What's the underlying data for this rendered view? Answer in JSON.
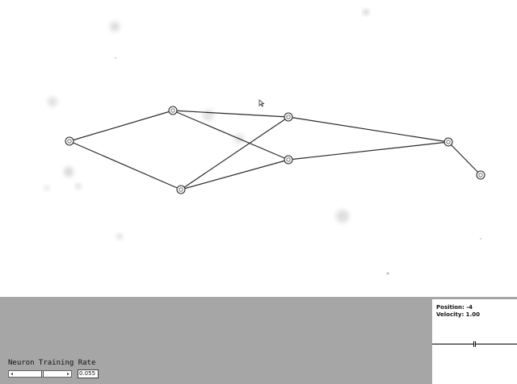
{
  "network": {
    "nodes": [
      {
        "id": "n0"
      },
      {
        "id": "n1"
      },
      {
        "id": "n2"
      },
      {
        "id": "n3"
      },
      {
        "id": "n4"
      },
      {
        "id": "n5"
      },
      {
        "id": "n6"
      }
    ],
    "edges": [
      {
        "from": "n0",
        "to": "n1"
      },
      {
        "from": "n0",
        "to": "n2"
      },
      {
        "from": "n1",
        "to": "n3"
      },
      {
        "from": "n1",
        "to": "n4"
      },
      {
        "from": "n2",
        "to": "n3"
      },
      {
        "from": "n2",
        "to": "n4"
      },
      {
        "from": "n3",
        "to": "n5"
      },
      {
        "from": "n4",
        "to": "n5"
      },
      {
        "from": "n5",
        "to": "n6"
      }
    ]
  },
  "info": {
    "position": "Position: -4",
    "velocity": "Velocity: 1.00"
  },
  "controls": {
    "rate_label": "Neuron Training Rate",
    "rate_value": "0.055",
    "arrow_left": "◂",
    "arrow_right": "▸"
  },
  "colors": {
    "canvas_bg": "#ffffff",
    "panel_bg": "#a6a6a6",
    "line": "#2a2a2a",
    "spot": "#dcdcdc"
  },
  "icons": {
    "cursor": "mouse-pointer-icon"
  }
}
